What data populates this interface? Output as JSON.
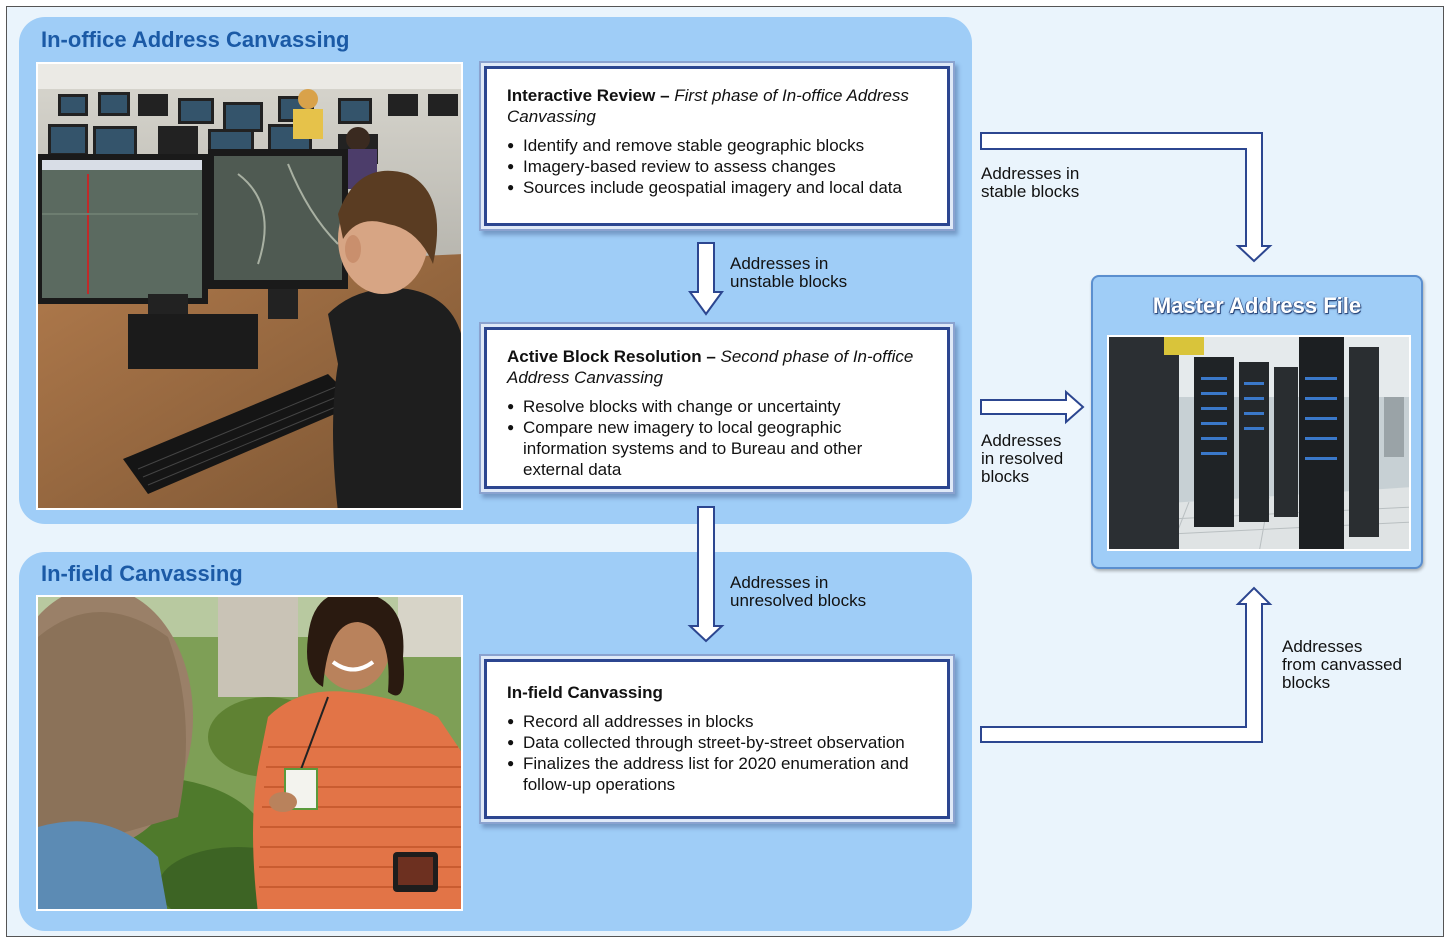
{
  "sections": {
    "office_title": "In-office Address Canvassing",
    "field_title": "In-field Canvassing"
  },
  "boxes": {
    "interactive_review": {
      "title": "Interactive Review –",
      "subtitle": "First phase of In-office Address Canvassing",
      "bullets": [
        "Identify and remove stable geographic blocks",
        "Imagery-based review to assess changes",
        "Sources include geospatial imagery and local data"
      ]
    },
    "active_block": {
      "title": "Active Block Resolution –",
      "subtitle": "Second phase of In-office Address Canvassing",
      "bullets": [
        "Resolve blocks with change or uncertainty",
        "Compare new imagery to local geographic information systems and to Bureau and other external data"
      ]
    },
    "infield": {
      "title": "In-field Canvassing",
      "bullets": [
        "Record all addresses in blocks",
        "Data collected through street-by-street observation",
        "Finalizes the address list for 2020 enumeration and follow-up operations"
      ]
    }
  },
  "master": {
    "title": "Master Address File"
  },
  "labels": {
    "stable": [
      "Addresses in",
      "stable blocks"
    ],
    "unstable": [
      "Addresses in",
      "unstable blocks"
    ],
    "resolved": [
      "Addresses",
      "in resolved",
      "blocks"
    ],
    "unresolved": [
      "Addresses in",
      "unresolved blocks"
    ],
    "canvassed": [
      "Addresses",
      "from canvassed",
      "blocks"
    ]
  },
  "colors": {
    "section_bg": "#9fcdf7",
    "title_blue": "#1b5aa6",
    "box_border": "#2c4690",
    "arrow_outline": "#2c4690"
  }
}
